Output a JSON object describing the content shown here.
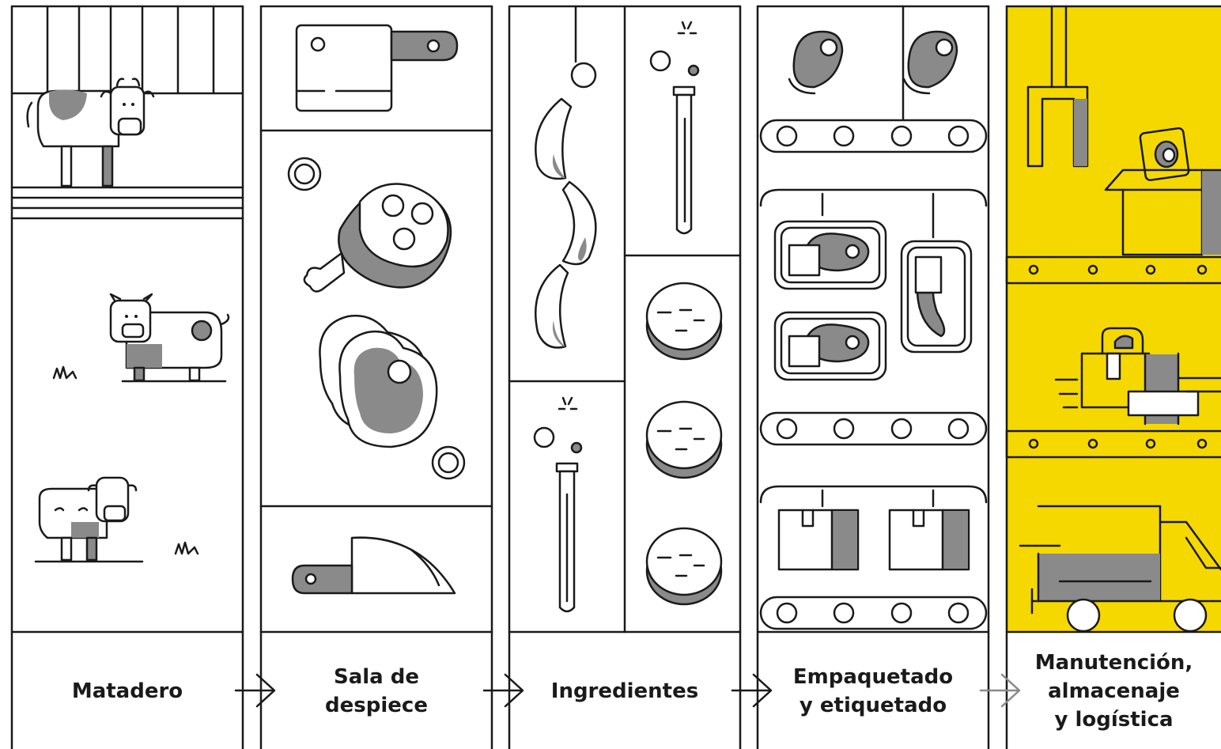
{
  "stages": [
    {
      "id": "matadero",
      "lines": [
        "Matadero"
      ],
      "highlighted": false
    },
    {
      "id": "sala-de-despiece",
      "lines": [
        "Sala de",
        "despiece"
      ],
      "highlighted": false
    },
    {
      "id": "ingredientes",
      "lines": [
        "Ingredientes"
      ],
      "highlighted": false
    },
    {
      "id": "empaquetado",
      "lines": [
        "Empaquetado",
        "y etiquetado"
      ],
      "highlighted": false
    },
    {
      "id": "manutencion",
      "lines": [
        "Manutención,",
        "almacenaje",
        "y logística"
      ],
      "highlighted": true
    }
  ],
  "colors": {
    "line": "#1a1a1a",
    "fill": "#8a8a8a",
    "highlight": "#f5d800",
    "background": "#ffffff"
  },
  "icons": [
    "cow-icon",
    "pig-icon",
    "calf-icon",
    "grass-icon",
    "cleaver-icon",
    "gear-icon",
    "ham-icon",
    "steak-icon",
    "knife-icon",
    "sausage-icon",
    "test-tube-icon",
    "bubbles-icon",
    "salami-slice-icon",
    "conveyor-icon",
    "meat-tray-icon",
    "box-icon",
    "crane-icon",
    "truck-icon",
    "arrow-icon"
  ]
}
